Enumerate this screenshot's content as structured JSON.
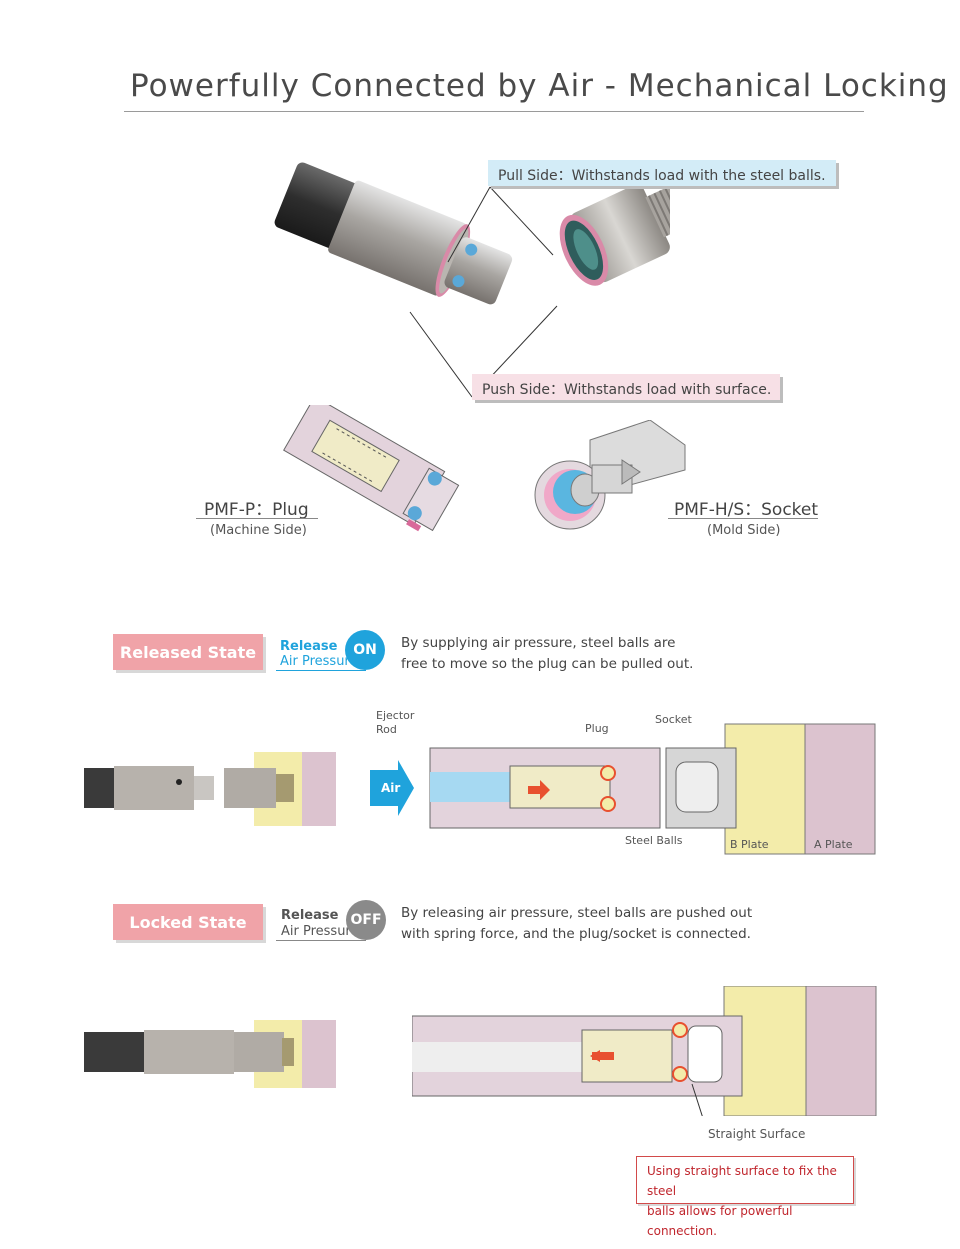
{
  "title": "Powerfully Connected by Air - Mechanical Locking",
  "callouts": {
    "pull": "Pull Side：Withstands load with the steel balls.",
    "push": "Push Side：Withstands load with surface."
  },
  "plug": {
    "name": "PMF-P：Plug",
    "side": "(Machine Side)"
  },
  "socket": {
    "name": "PMF-H/S：Socket",
    "side": "(Mold Side)"
  },
  "released": {
    "state": "Released State",
    "release": "Release",
    "air_pressure": "Air Pressure",
    "badge": "ON",
    "desc1": "By supplying air pressure, steel balls are",
    "desc2": "free to move so the plug can be pulled out."
  },
  "locked": {
    "state": "Locked State",
    "release": "Release",
    "air_pressure": "Air Pressure",
    "badge": "OFF",
    "desc1": "By releasing air pressure, steel balls are pushed out",
    "desc2": "with spring force, and the plug/socket is connected."
  },
  "diagram_labels": {
    "ejector1": "Ejector",
    "ejector2": "Rod",
    "plug": "Plug",
    "socket": "Socket",
    "air": "Air",
    "steel_balls": "Steel Balls",
    "b_plate": "B Plate",
    "a_plate": "A Plate",
    "straight_surface": "Straight Surface"
  },
  "note": {
    "line1": "Using straight surface to fix the steel",
    "line2": "balls allows for powerful connection."
  },
  "colors": {
    "state_pill": "#f0a3a8",
    "on_badge": "#1fa3dc",
    "off_badge": "#8a8a8a",
    "plate_yellow": "#f3ecaa",
    "plate_pink": "#dcc3cf",
    "air_blue": "#a6d9f2",
    "arrow_red": "#e8502f",
    "note_red": "#c0262d"
  }
}
